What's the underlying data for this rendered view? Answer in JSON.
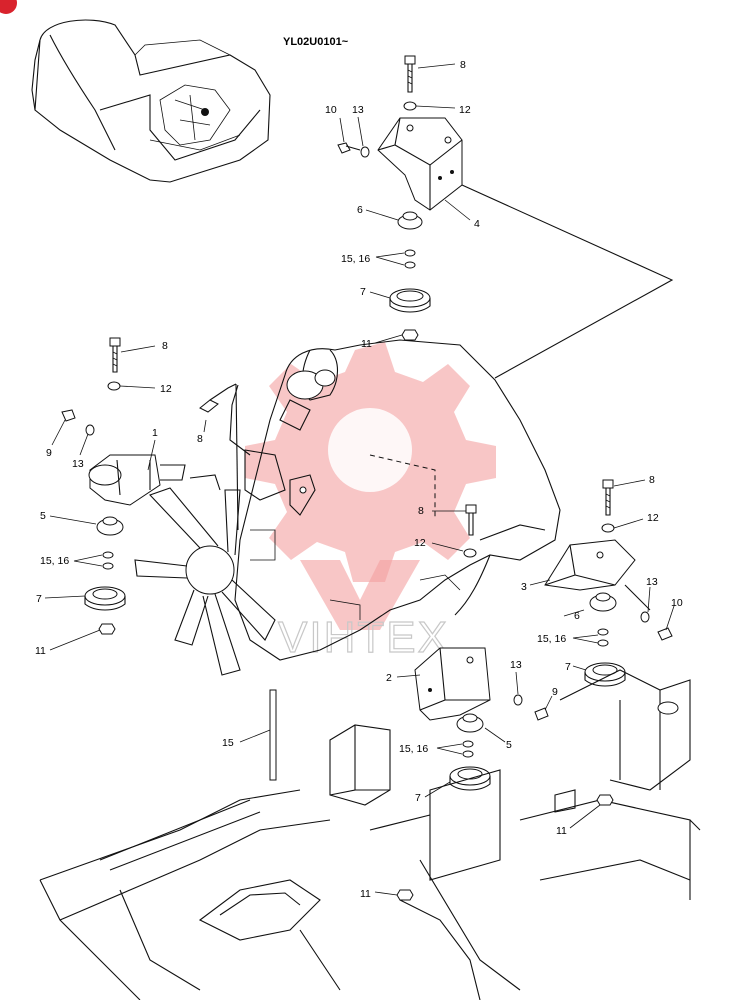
{
  "diagram": {
    "code": "YL02U0101~",
    "watermark": "VIHTEX",
    "colors": {
      "ink": "#111111",
      "watermark": "#f3a0a0",
      "corner_badge": "#d9232d"
    },
    "callouts": [
      "8",
      "12",
      "10",
      "13",
      "4",
      "6",
      "15, 16",
      "7",
      "11",
      "8",
      "12",
      "8",
      "9",
      "13",
      "1",
      "5",
      "15, 16",
      "7",
      "11",
      "8",
      "12",
      "8",
      "12",
      "3",
      "6",
      "13",
      "10",
      "15, 16",
      "7",
      "2",
      "13",
      "9",
      "5",
      "15, 16",
      "7",
      "15",
      "11",
      "11"
    ]
  }
}
